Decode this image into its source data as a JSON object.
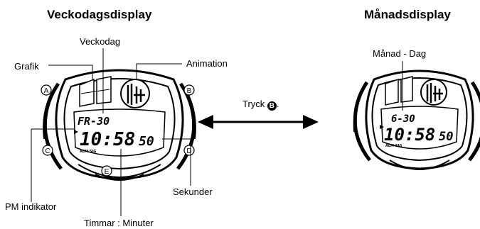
{
  "titles": {
    "weekday": "Veckodagsdisplay",
    "month": "Månadsdisplay"
  },
  "labels": {
    "grafik": "Grafik",
    "veckodag": "Veckodag",
    "animation": "Animation",
    "pm": "PM indikator",
    "timmar": "Timmar : Minuter",
    "sekunder": "Sekunder",
    "manad_dag": "Månad - Dag",
    "tryck": "Tryck",
    "tryck_button": "B",
    "tryck_suffix": "."
  },
  "buttons": {
    "a": "A",
    "b": "B",
    "c": "C",
    "d": "D",
    "e": "E"
  },
  "watch_left": {
    "top_line": "FR-30",
    "time": "10:58",
    "seconds": "50",
    "small": "ALM  SIG"
  },
  "watch_right": {
    "top_line": "6-30",
    "time": "10:58",
    "seconds": "50",
    "small": "ALM  SIG"
  },
  "icons": {
    "arrow": "double-headed-arrow"
  }
}
